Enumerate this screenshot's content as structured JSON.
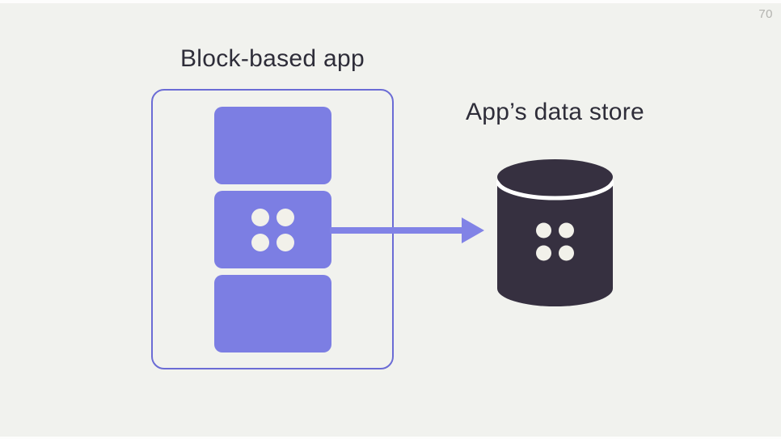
{
  "page": {
    "number": "70",
    "background_color": "#f1f2ee"
  },
  "diagram": {
    "app": {
      "title": "Block-based app",
      "blocks_count": 3,
      "block_color": "#7c7ee3",
      "outline_color": "#6b6cd5"
    },
    "arrow": {
      "direction": "right",
      "color": "#8183e6"
    },
    "data_store": {
      "title": "App’s data store",
      "cylinder_color": "#363040",
      "separator_color": "#ffffff"
    },
    "dots": {
      "count_per_icon": 4,
      "color": "#f2f1ea"
    },
    "text_color": "#2e2d39"
  }
}
